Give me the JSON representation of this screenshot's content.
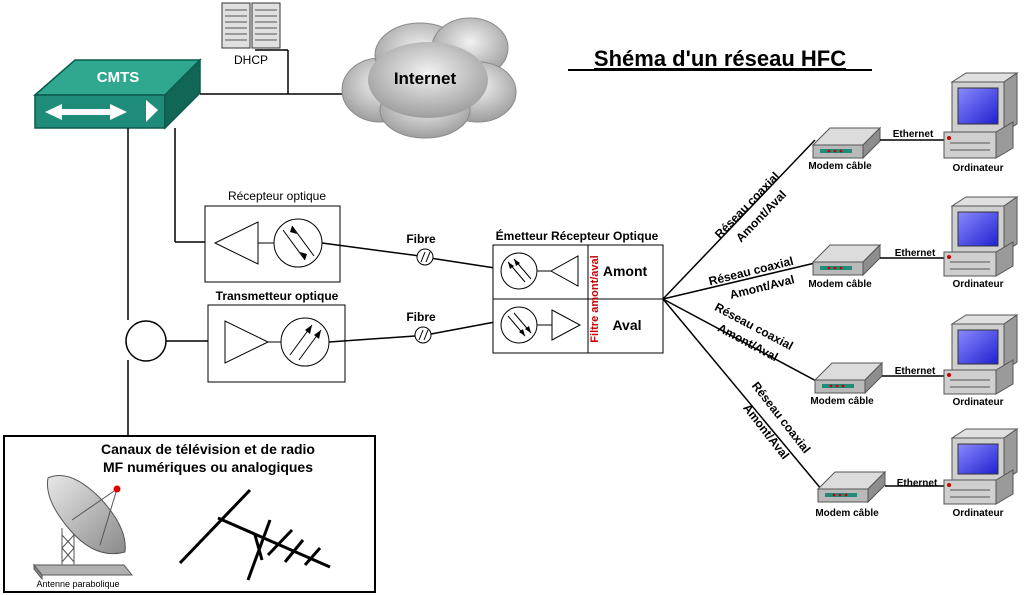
{
  "title": "Shéma d'un réseau HFC",
  "cmts": "CMTS",
  "dhcp": "DHCP",
  "internet": "Internet",
  "receiver": "Récepteur optique",
  "transmitter": "Transmetteur optique",
  "fibre_top": "Fibre",
  "fibre_bottom": "Fibre",
  "node": {
    "title": "Émetteur Récepteur Optique",
    "amont": "Amont",
    "aval": "Aval",
    "filter": "Filtre amont/aval"
  },
  "broadcast": {
    "line1": "Canaux de télévision et de radio",
    "line2": "MF numériques ou analogiques",
    "antenna_label": "Antenne parabolique"
  },
  "branches": [
    {
      "coax": "Réseau coaxial",
      "dir": "Amont/Aval",
      "modem": "Modem câble",
      "ethernet": "Ethernet",
      "computer": "Ordinateur"
    },
    {
      "coax": "Réseau coaxial",
      "dir": "Amont/Aval",
      "modem": "Modem câble",
      "ethernet": "Ethernet",
      "computer": "Ordinateur"
    },
    {
      "coax": "Réseau coaxial",
      "dir": "Amont/Aval",
      "modem": "Modem câble",
      "ethernet": "Ethernet",
      "computer": "Ordinateur"
    },
    {
      "coax": "Réseau coaxial",
      "dir": "Amont/Aval",
      "modem": "Modem câble",
      "ethernet": "Ethernet",
      "computer": "Ordinateur"
    }
  ],
  "colors": {
    "cmts": "#1e8c78",
    "cloud": "#c8c8c8",
    "accent_red": "#cc0000",
    "modem": "#b9b9b9",
    "screen": "#3d3dff"
  }
}
